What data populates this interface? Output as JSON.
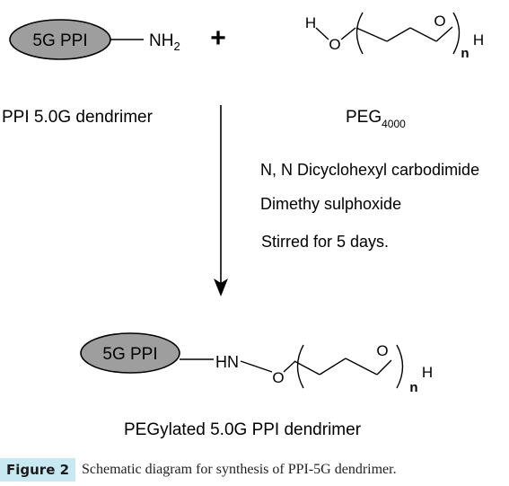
{
  "colors": {
    "node_fill": "#9e9e9e",
    "stroke": "#000000",
    "caption_tag_bg": "#c9e9f2"
  },
  "reactant1": {
    "node_label": "5G PPI",
    "group_main": "NH",
    "group_sub": "2",
    "name": "PPI 5.0G dendrimer"
  },
  "plus_sign": "+",
  "reactant2": {
    "h_left": "H",
    "o_left": "O",
    "o_right": "O",
    "h_right": "H",
    "repeat": "n",
    "name_main": "PEG",
    "name_sub": "4000"
  },
  "conditions": [
    "N, N Dicyclohexyl carbodimide",
    "Dimethy sulphoxide",
    "Stirred for 5 days."
  ],
  "product": {
    "node_label": "5G PPI",
    "hn": "HN",
    "o_left": "O",
    "o_right": "O",
    "h_right": "H",
    "repeat": "n",
    "name": "PEGylated 5.0G PPI dendrimer"
  },
  "caption": {
    "tag": "Figure 2",
    "text": "Schematic diagram for synthesis of PPI-5G dendrimer."
  }
}
